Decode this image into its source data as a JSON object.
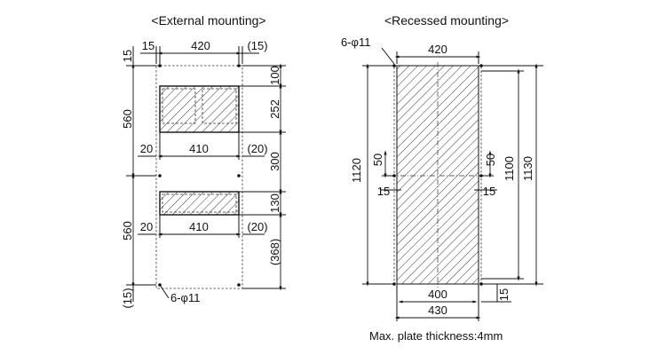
{
  "external": {
    "title": "<External mounting>",
    "dim_top_15": "15",
    "dim_top_420": "420",
    "dim_top_15p": "(15)",
    "dim_left_15": "15",
    "dim_left_560a": "560",
    "dim_left_560b": "560",
    "dim_left_15p": "(15)",
    "dim_right_100": "100",
    "dim_right_252": "252",
    "dim_right_300": "300",
    "dim_right_130": "130",
    "dim_right_368p": "(368)",
    "dim_mid1_20": "20",
    "dim_mid1_410": "410",
    "dim_mid1_20p": "(20)",
    "dim_mid2_20": "20",
    "dim_mid2_410": "410",
    "dim_mid2_20p": "(20)",
    "holes_label": "6-φ11"
  },
  "recessed": {
    "title": "<Recessed mounting>",
    "holes_label": "6-φ11",
    "dim_top_420": "420",
    "dim_left_1120": "1120",
    "dim_right_1100": "1100",
    "dim_right_1130": "1130",
    "dim_left_50": "50",
    "dim_left_15": "15",
    "dim_right_50": "50",
    "dim_right_15": "15",
    "dim_bottom_15": "15",
    "dim_bottom_400": "400",
    "dim_bottom_430": "430"
  },
  "note": "Max. plate thickness:4mm"
}
